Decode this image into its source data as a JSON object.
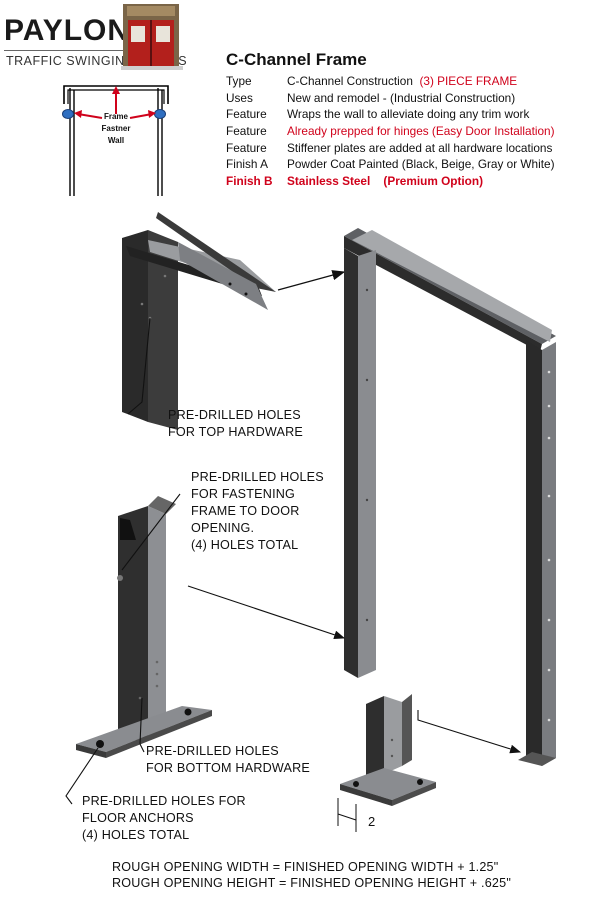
{
  "logo": {
    "brand": "PAYLON",
    "tagline": "TRAFFIC SWINGING DOORS"
  },
  "plan_diagram": {
    "labels": [
      "Frame",
      "Fastner",
      "Wall"
    ]
  },
  "spec": {
    "title": "C-Channel Frame",
    "rows": [
      {
        "label": "Type",
        "value": "C-Channel Construction",
        "extra": "(3) PIECE FRAME"
      },
      {
        "label": "Uses",
        "value": "New and remodel - (Industrial Construction)"
      },
      {
        "label": "Feature",
        "value": "Wraps the wall to alleviate doing any trim work"
      },
      {
        "label": "Feature",
        "value": "Already prepped for hinges (Easy Door Installation)"
      },
      {
        "label": "Feature",
        "value": "Stiffener plates are added at all hardware locations"
      },
      {
        "label": "Finish A",
        "value": "Powder Coat Painted (Black, Beige, Gray or White)"
      },
      {
        "label": "Finish B",
        "value": "Stainless Steel",
        "extra": "(Premium Option)"
      }
    ]
  },
  "callouts": {
    "top_hardware": [
      "PRE-DRILLED HOLES",
      "FOR TOP HARDWARE"
    ],
    "fastening": [
      "PRE-DRILLED HOLES",
      "FOR FASTENING",
      "FRAME TO DOOR",
      "OPENING.",
      "(4) HOLES TOTAL"
    ],
    "bottom_hardware": [
      "PRE-DRILLED HOLES",
      "FOR BOTTOM HARDWARE"
    ],
    "floor_anchors": [
      "PRE-DRILLED HOLES FOR",
      "FLOOR ANCHORS",
      "(4) HOLES TOTAL"
    ],
    "dimension": "2"
  },
  "formulas": [
    "ROUGH OPENING WIDTH = FINISHED OPENING WIDTH + 1.25\"",
    "ROUGH OPENING HEIGHT = FINISHED OPENING HEIGHT + .625\""
  ],
  "colors": {
    "accent_red": "#d0021b",
    "frame_dark": "#2b2b2b",
    "frame_steel": "#8a8c90",
    "fastener_blue": "#2f6fc1"
  }
}
